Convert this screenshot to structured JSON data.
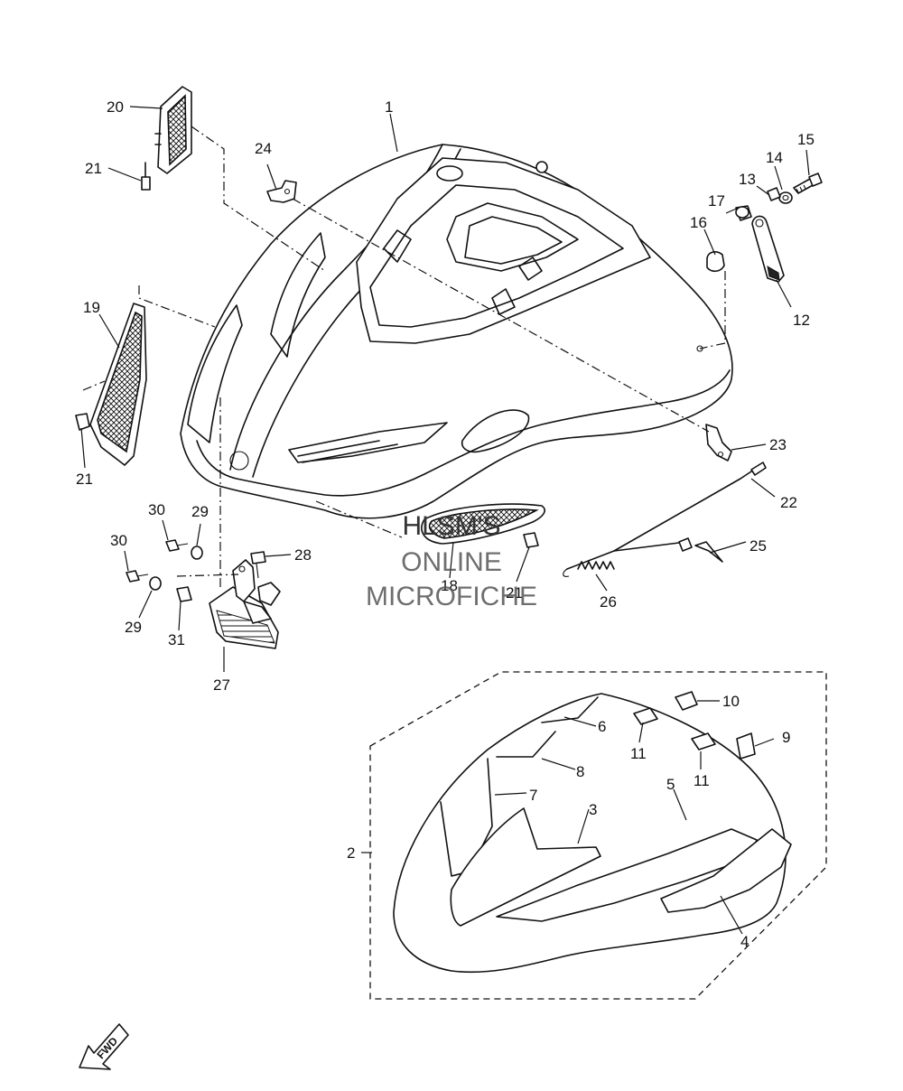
{
  "watermark": {
    "line1": "HLSM'S",
    "line2": "ONLINE",
    "line3": "MICROFICHE"
  },
  "direction_badge": "FWD",
  "callouts": [
    {
      "id": "c1",
      "label": "1"
    },
    {
      "id": "c2",
      "label": "2"
    },
    {
      "id": "c3",
      "label": "3"
    },
    {
      "id": "c4",
      "label": "4"
    },
    {
      "id": "c5",
      "label": "5"
    },
    {
      "id": "c6",
      "label": "6"
    },
    {
      "id": "c7",
      "label": "7"
    },
    {
      "id": "c8",
      "label": "8"
    },
    {
      "id": "c9",
      "label": "9"
    },
    {
      "id": "c10",
      "label": "10"
    },
    {
      "id": "c11a",
      "label": "11"
    },
    {
      "id": "c11b",
      "label": "11"
    },
    {
      "id": "c12",
      "label": "12"
    },
    {
      "id": "c13",
      "label": "13"
    },
    {
      "id": "c14",
      "label": "14"
    },
    {
      "id": "c15",
      "label": "15"
    },
    {
      "id": "c16",
      "label": "16"
    },
    {
      "id": "c17",
      "label": "17"
    },
    {
      "id": "c18",
      "label": "18"
    },
    {
      "id": "c19",
      "label": "19"
    },
    {
      "id": "c20",
      "label": "20"
    },
    {
      "id": "c21a",
      "label": "21"
    },
    {
      "id": "c21b",
      "label": "21"
    },
    {
      "id": "c21c",
      "label": "21"
    },
    {
      "id": "c22",
      "label": "22"
    },
    {
      "id": "c23",
      "label": "23"
    },
    {
      "id": "c24",
      "label": "24"
    },
    {
      "id": "c25",
      "label": "25"
    },
    {
      "id": "c26",
      "label": "26"
    },
    {
      "id": "c27",
      "label": "27"
    },
    {
      "id": "c28",
      "label": "28"
    },
    {
      "id": "c29a",
      "label": "29"
    },
    {
      "id": "c29b",
      "label": "29"
    },
    {
      "id": "c30a",
      "label": "30"
    },
    {
      "id": "c30b",
      "label": "30"
    },
    {
      "id": "c31",
      "label": "31"
    }
  ]
}
